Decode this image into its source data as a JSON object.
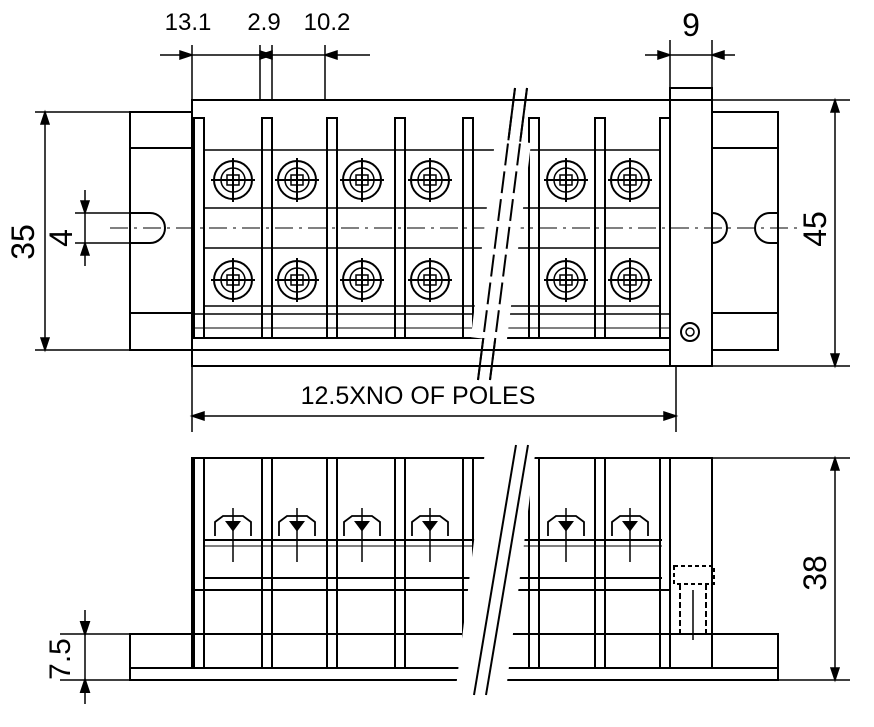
{
  "dimensions": {
    "terminal_pitch": "13.1",
    "barrier_width": "2.9",
    "terminal_width": "10.2",
    "end_block_width": "9",
    "mount_height": "35",
    "slot_width": "4",
    "total_height": "45",
    "block_height": "38",
    "base_height": "7.5"
  },
  "length_formula": "12.5XNO OF POLES",
  "colors": {
    "line": "#000000",
    "background": "#ffffff"
  }
}
